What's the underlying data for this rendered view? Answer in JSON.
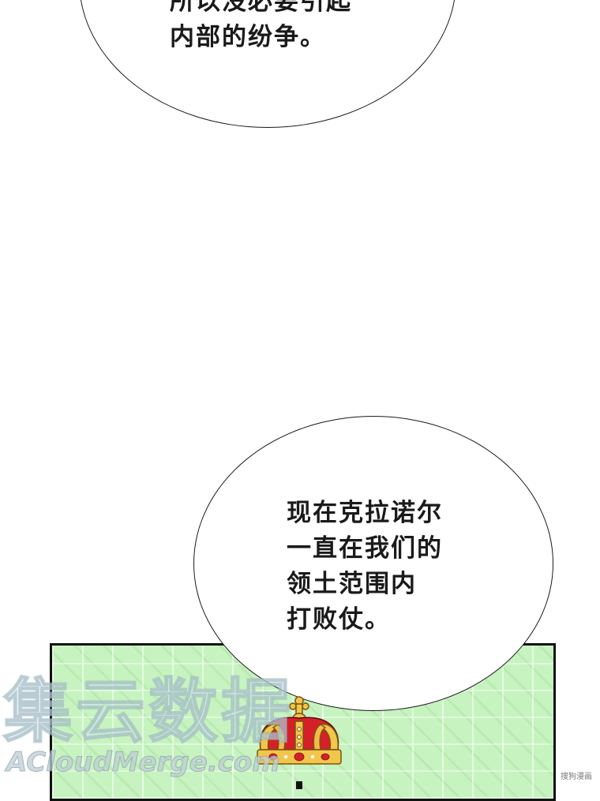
{
  "speech_bubbles": {
    "top": {
      "lines": [
        "所以没必要引起",
        "内部的纷争。"
      ]
    },
    "main": {
      "lines": [
        "现在克拉诺尔",
        "一直在我们的",
        "领土范围内",
        "打败仗。"
      ]
    }
  },
  "watermark": {
    "chinese": "集云数据",
    "english": "ACloudMerge.com"
  },
  "credit": "搜狗漫画",
  "colors": {
    "panel_green": "#c7f3c0",
    "crown_gold": "#f2c64a",
    "crown_red": "#d5202a",
    "outline": "#1a1a1a"
  },
  "icons": {
    "crown": "crown-icon"
  }
}
